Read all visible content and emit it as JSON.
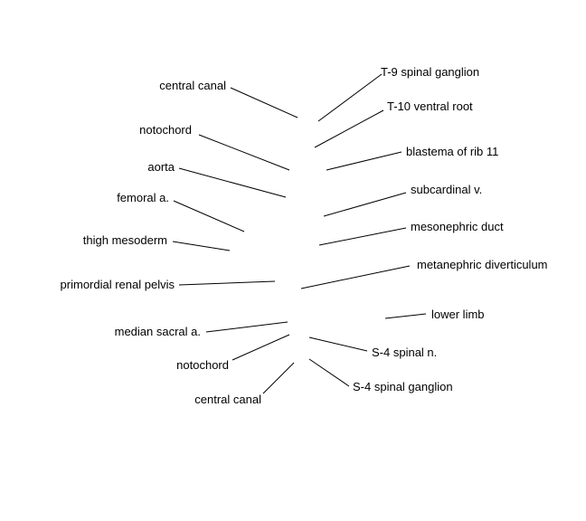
{
  "labels": {
    "left": [
      "central canal",
      "notochord",
      "aorta",
      "femoral a.",
      "thigh mesoderm",
      "primordial renal pelvis",
      "median sacral a.",
      "notochord",
      "central canal"
    ],
    "right": [
      "T-9 spinal ganglion",
      "T-10 ventral root",
      "blastema of rib 11",
      "subcardinal v.",
      "mesonephric duct",
      "metanephric diverticulum",
      "lower limb",
      "S-4 spinal n.",
      "S-4 spinal ganglion"
    ]
  },
  "colors": {
    "text": "#000000",
    "lines": "#000000",
    "background": "#ffffff"
  }
}
